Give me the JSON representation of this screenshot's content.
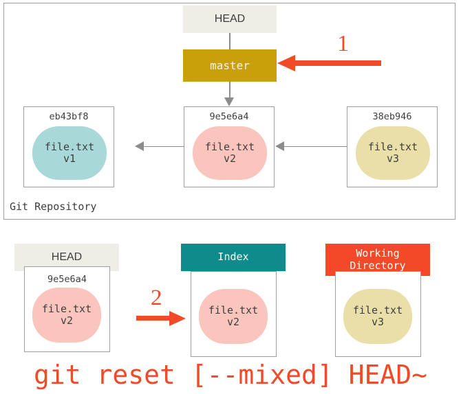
{
  "repository": {
    "label": "Git Repository",
    "head_ref": "HEAD",
    "branch_ref": "master",
    "commits": [
      {
        "hash": "eb43bf8",
        "file": "file.txt",
        "version": "v1",
        "color": "#a8d8d8"
      },
      {
        "hash": "9e5e6a4",
        "file": "file.txt",
        "version": "v2",
        "color": "#f9c5bd"
      },
      {
        "hash": "38eb946",
        "file": "file.txt",
        "version": "v3",
        "color": "#eadfa8"
      }
    ]
  },
  "panels": {
    "head": {
      "title": "HEAD",
      "hash": "9e5e6a4",
      "file": "file.txt",
      "version": "v2",
      "header_color": "#efeee6",
      "blob_color": "#f9c5bd"
    },
    "index": {
      "title": "Index",
      "file": "file.txt",
      "version": "v2",
      "header_color": "#0e8c8c",
      "blob_color": "#f9c5bd"
    },
    "working_directory": {
      "title_line_1": "Working",
      "title_line_2": "Directory",
      "file": "file.txt",
      "version": "v3",
      "header_color": "#f24a28",
      "blob_color": "#eadfa8"
    }
  },
  "markers": {
    "step_1": "1",
    "step_2": "2",
    "accent_color": "#f04a28"
  },
  "caption": {
    "command": "git reset [--mixed] HEAD~"
  }
}
